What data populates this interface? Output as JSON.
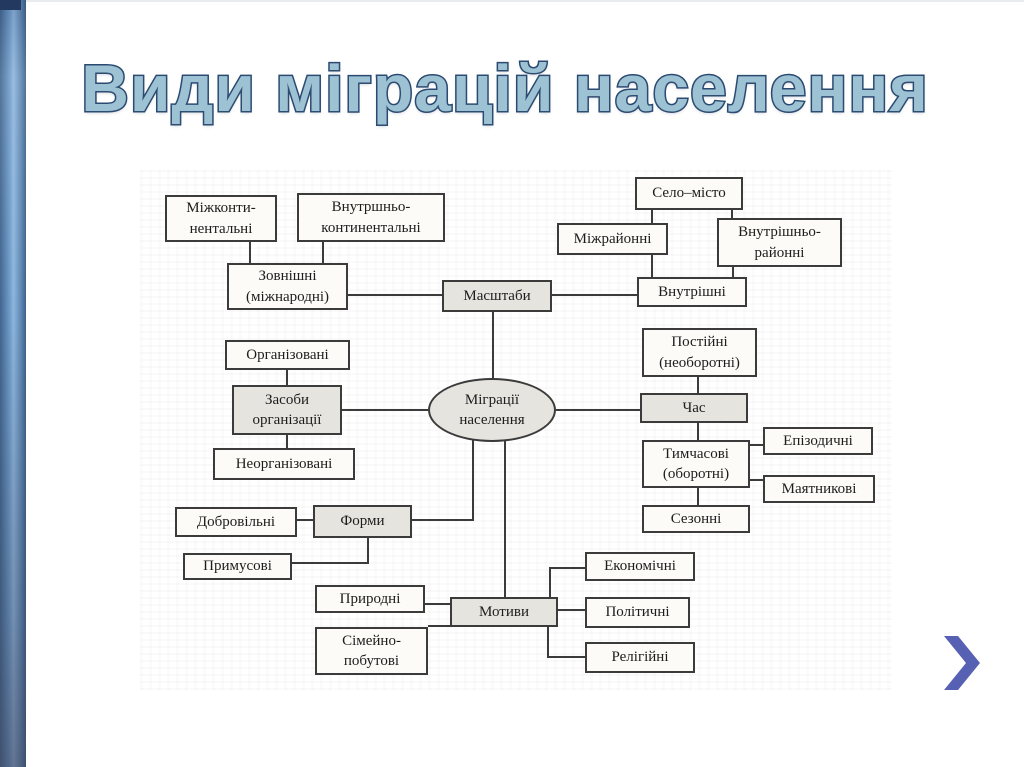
{
  "slide": {
    "title": "Види міграцій населення",
    "colors": {
      "title_fill": "#9cc2d4",
      "title_outline": "#2c4b72",
      "sidebar_top": "#6f9dcb",
      "sidebar_bottom": "#3f6089",
      "chevron": "#5761b3",
      "diagram_line": "#3b3b3b",
      "shaded_box_fill": "#e5e4df"
    }
  },
  "diagram": {
    "center": {
      "label": "Міграції\nнаселення"
    },
    "nodes": {
      "masshtaby": {
        "label": "Масштаби"
      },
      "zovnishni": {
        "label": "Зовнішні\n(міжнародні)"
      },
      "mizhkontynentalni": {
        "label": "Міжконти-\nнентальні"
      },
      "vnutrishnokontynentalni": {
        "label": "Внутршньо-\nконтинентальні"
      },
      "selo_misto": {
        "label": "Село–місто"
      },
      "mizhraionni": {
        "label": "Міжрайонні"
      },
      "vnutrishnoraionni": {
        "label": "Внутрішньо-\nрайонні"
      },
      "vnutrishni": {
        "label": "Внутрішні"
      },
      "orhanizovani": {
        "label": "Організовані"
      },
      "zasoby_orhanizatsii": {
        "label": "Засоби\nорганізації"
      },
      "neorhanizovani": {
        "label": "Неорганізовані"
      },
      "postiini": {
        "label": "Постійні\n(необоротні)"
      },
      "chas": {
        "label": "Час"
      },
      "tymchasovi": {
        "label": "Тимчасові\n(оборотні)"
      },
      "epizodychni": {
        "label": "Епізодичні"
      },
      "maiatnykovi": {
        "label": "Маятникові"
      },
      "sezonni": {
        "label": "Сезонні"
      },
      "dobrovilni": {
        "label": "Добровільні"
      },
      "formy": {
        "label": "Форми"
      },
      "prymusovi": {
        "label": "Примусові"
      },
      "pryrodni": {
        "label": "Природні"
      },
      "motyvy": {
        "label": "Мотиви"
      },
      "simeino_pobutovi": {
        "label": "Сімейно-\nпобутові"
      },
      "ekonomichni": {
        "label": "Економічні"
      },
      "politychni": {
        "label": "Політичні"
      },
      "relihiini": {
        "label": "Релігійні"
      }
    }
  }
}
